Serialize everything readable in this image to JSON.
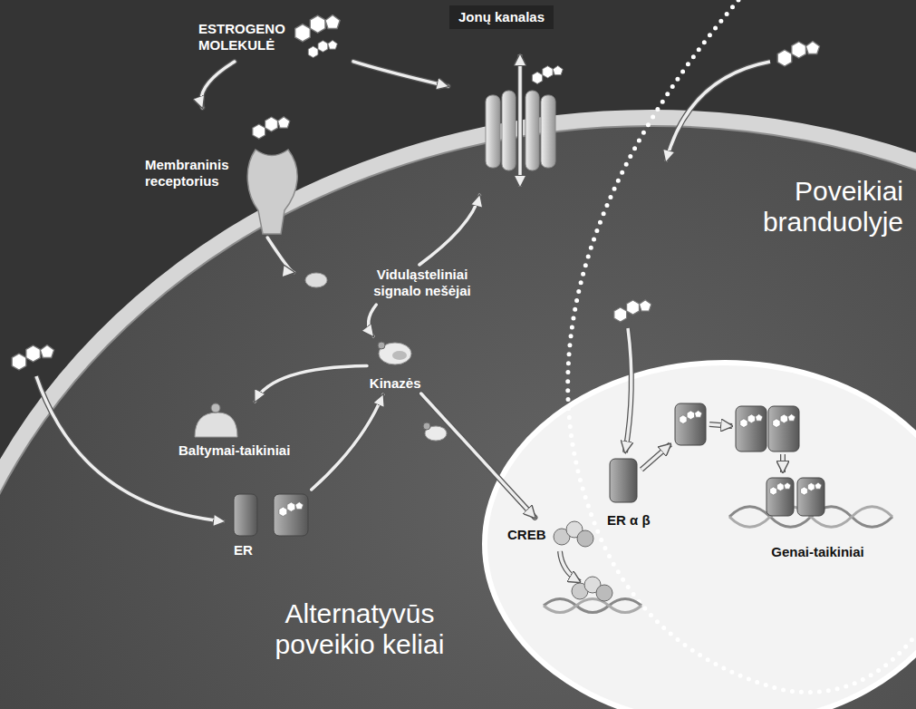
{
  "diagram": {
    "nodes": [
      {
        "text": [
          "ESTROGENO MOLEKULĖ"
        ]
      },
      {
        "text": [
          "Jonų kanalas"
        ]
      },
      {
        "text": [
          "Membraninis receptorius"
        ]
      },
      {
        "text": [
          "Viduląsteliniai signalo nešėjai"
        ]
      },
      {
        "text": [
          "Kinazės"
        ]
      },
      {
        "text": [
          "Baltymai-taikiniai"
        ]
      },
      {
        "text": [
          "ER α β"
        ]
      },
      {
        "text": [
          "CREB"
        ]
      },
      {
        "text": [
          "ER"
        ]
      },
      {
        "text": [
          "Genai-taikiniai"
        ]
      }
    ],
    "edges": [
      {
        "from": 0,
        "to": 2,
        "arrow": "to"
      },
      {
        "from": 0,
        "to": 1,
        "arrow": "to"
      },
      {
        "from": 2,
        "to": 3,
        "arrow": "to"
      },
      {
        "from": 3,
        "to": 1,
        "arrow": "to"
      },
      {
        "from": 3,
        "to": 4,
        "arrow": "to"
      },
      {
        "from": 4,
        "to": 5,
        "arrow": "to"
      },
      {
        "from": 8,
        "to": 4,
        "arrow": "to"
      },
      {
        "from": 4,
        "to": 7,
        "arrow": "to"
      }
    ],
    "labels": [
      "Poveikiai branduolyje",
      "Alternatyvūs poveikio keliai"
    ]
  }
}
